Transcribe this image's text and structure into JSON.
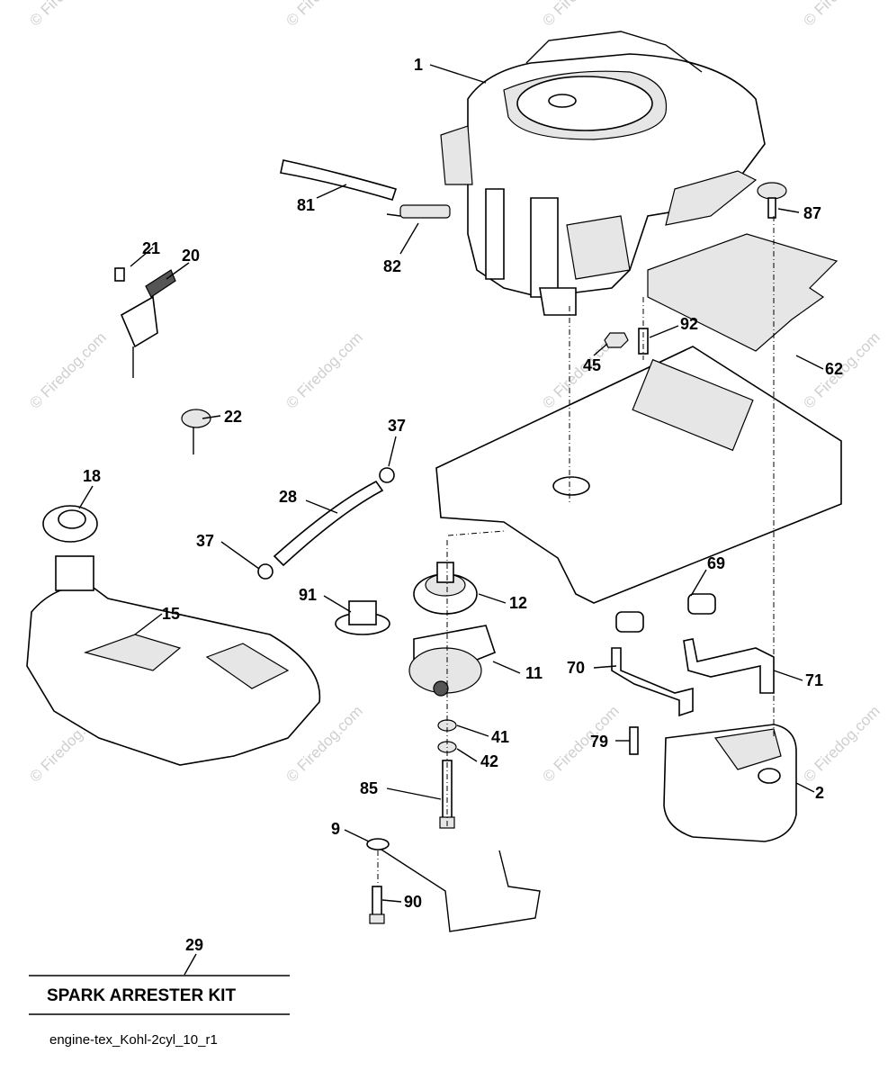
{
  "watermark": "© Firedog.com",
  "callouts": {
    "c1": "1",
    "c81": "81",
    "c82": "82",
    "c87": "87",
    "c21": "21",
    "c20": "20",
    "c62": "62",
    "c92": "92",
    "c45": "45",
    "c22": "22",
    "c37a": "37",
    "c18": "18",
    "c28": "28",
    "c37b": "37",
    "c12": "12",
    "c69": "69",
    "c91": "91",
    "c15": "15",
    "c11": "11",
    "c70": "70",
    "c71": "71",
    "c41": "41",
    "c79": "79",
    "c42": "42",
    "c2": "2",
    "c85": "85",
    "c9": "9",
    "c90": "90",
    "c29": "29"
  },
  "kit_label": "SPARK ARRESTER KIT",
  "diagram_ref": "engine-tex_Kohl-2cyl_10_r1"
}
